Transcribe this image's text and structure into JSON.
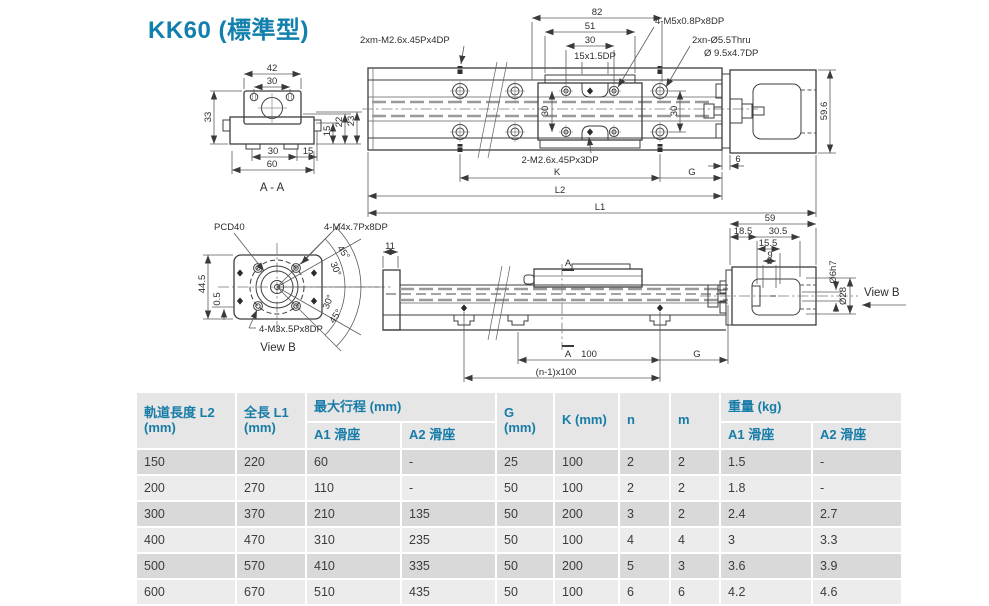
{
  "page": {
    "title": "KK60 (標準型)"
  },
  "colors": {
    "accent": "#1280ad",
    "header_bg": "#e6e6e6",
    "row_odd": "#d9d9d9",
    "row_even": "#ececec",
    "line": "#3d3d3d"
  },
  "drawings": {
    "section_aa": {
      "d42": "42",
      "d30_top": "30",
      "d33": "33",
      "d15": "15",
      "d22": "22",
      "d23": "23",
      "d30_bottom": "30",
      "d15_bottom": "15",
      "d60": "60",
      "caption": "A - A"
    },
    "plan": {
      "callout_2xm": "2xm-M2.6x.45Px4DP",
      "d82": "82",
      "d51": "51",
      "d30": "30",
      "slot": "15x1.5DP",
      "callout_4m5": "4-M5x0.8Px8DP",
      "callout_2xn_line1": "2xn-Ø5.5Thru",
      "callout_2xn_line2": "Ø 9.5x4.7DP",
      "d30_carriage": "30",
      "d30_rail": "30",
      "d59_6": "59.6",
      "callout_2m26": "2-M2.6x.45Px3DP",
      "k": "K",
      "g": "G",
      "d6": "6",
      "l2": "L2",
      "l1": "L1"
    },
    "view_b": {
      "pcd": "PCD40",
      "m4": "4-M4x.7Px8DP",
      "m3": "4-M3x.5Px8DP",
      "d44_5": "44.5",
      "d0_5": "0.5",
      "a45_top": "45°",
      "a30_top": "30°",
      "a30_bottom": "30°",
      "a45_bottom": "45°",
      "caption": "View B"
    },
    "side": {
      "d11": "11",
      "a_top": "A",
      "a_bottom": "A",
      "d100": "100",
      "dn100": "(n-1)x100",
      "g": "G",
      "d59": "59",
      "d18_5": "18.5",
      "d30_5": "30.5",
      "d15_5": "15.5",
      "d9": "9",
      "d6h7": "Ø6h7",
      "d28": "Ø28",
      "view_b": "View B"
    }
  },
  "table": {
    "headers": {
      "l2": "軌道長度 L2 (mm)",
      "l1": "全長 L1 (mm)",
      "stroke_group": "最大行程 (mm)",
      "a1": "A1 滑座",
      "a2": "A2 滑座",
      "g": "G (mm)",
      "k": "K (mm)",
      "n": "n",
      "m": "m",
      "weight_group": "重量 (kg)",
      "w_a1": "A1 滑座",
      "w_a2": "A2 滑座"
    },
    "rows": [
      [
        "150",
        "220",
        "60",
        "-",
        "25",
        "100",
        "2",
        "2",
        "1.5",
        "-"
      ],
      [
        "200",
        "270",
        "110",
        "-",
        "50",
        "100",
        "2",
        "2",
        "1.8",
        "-"
      ],
      [
        "300",
        "370",
        "210",
        "135",
        "50",
        "200",
        "3",
        "2",
        "2.4",
        "2.7"
      ],
      [
        "400",
        "470",
        "310",
        "235",
        "50",
        "100",
        "4",
        "4",
        "3",
        "3.3"
      ],
      [
        "500",
        "570",
        "410",
        "335",
        "50",
        "200",
        "5",
        "3",
        "3.6",
        "3.9"
      ],
      [
        "600",
        "670",
        "510",
        "435",
        "50",
        "100",
        "6",
        "6",
        "4.2",
        "4.6"
      ]
    ]
  }
}
